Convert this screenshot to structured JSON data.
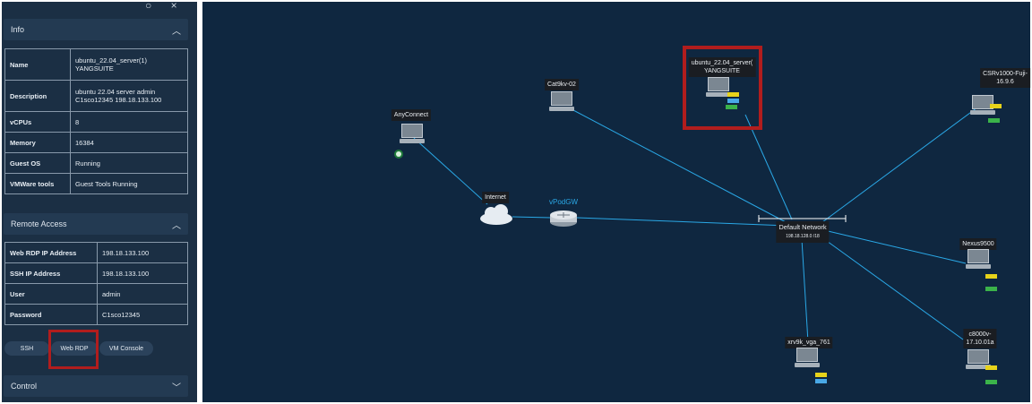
{
  "window_controls": {
    "restore_icon": "circle-icon",
    "close_symbol": "×"
  },
  "info": {
    "title": "Info",
    "rows": [
      {
        "key": "Name",
        "value": "ubuntu_22.04_server(1)\nYANGSUITE"
      },
      {
        "key": "Description",
        "value": "ubuntu 22.04 server admin\nC1sco12345 198.18.133.100"
      },
      {
        "key": "vCPUs",
        "value": "8"
      },
      {
        "key": "Memory",
        "value": "16384"
      },
      {
        "key": "Guest OS",
        "value": "Running"
      },
      {
        "key": "VMWare tools",
        "value": "Guest Tools Running"
      }
    ]
  },
  "remote_access": {
    "title": "Remote Access",
    "rows": [
      {
        "key": "Web RDP IP Address",
        "value": "198.18.133.100"
      },
      {
        "key": "SSH IP Address",
        "value": "198.18.133.100"
      },
      {
        "key": "User",
        "value": "admin"
      },
      {
        "key": "Password",
        "value": "C1sco12345"
      }
    ],
    "buttons": [
      "SSH",
      "Web RDP",
      "VM Console"
    ]
  },
  "control": {
    "title": "Control"
  },
  "topology": {
    "anyconnect": "AnyConnect",
    "internet": "Internet",
    "vpodgw": "vPodGW",
    "cat9kv": "Cat9kv-02",
    "ubuntu_line1": "ubuntu_22.04_server(",
    "ubuntu_line2": "YANGSUITE",
    "csrv_line1": "CSRv1000-Fuji-",
    "csrv_line2": "16.9.6",
    "default_network": "Default Network",
    "default_subnet": "198.18.128.0 /18",
    "nexus": "Nexus9500",
    "xrv9k": "xrv9k_vga_761",
    "c8000v_line1": "c8000v-",
    "c8000v_line2": "17.10.01a"
  },
  "colors": {
    "panel": "#1b2f44",
    "canvas": "#0f2740",
    "link": "#2aa8e6",
    "highlight": "#b11d1d"
  }
}
